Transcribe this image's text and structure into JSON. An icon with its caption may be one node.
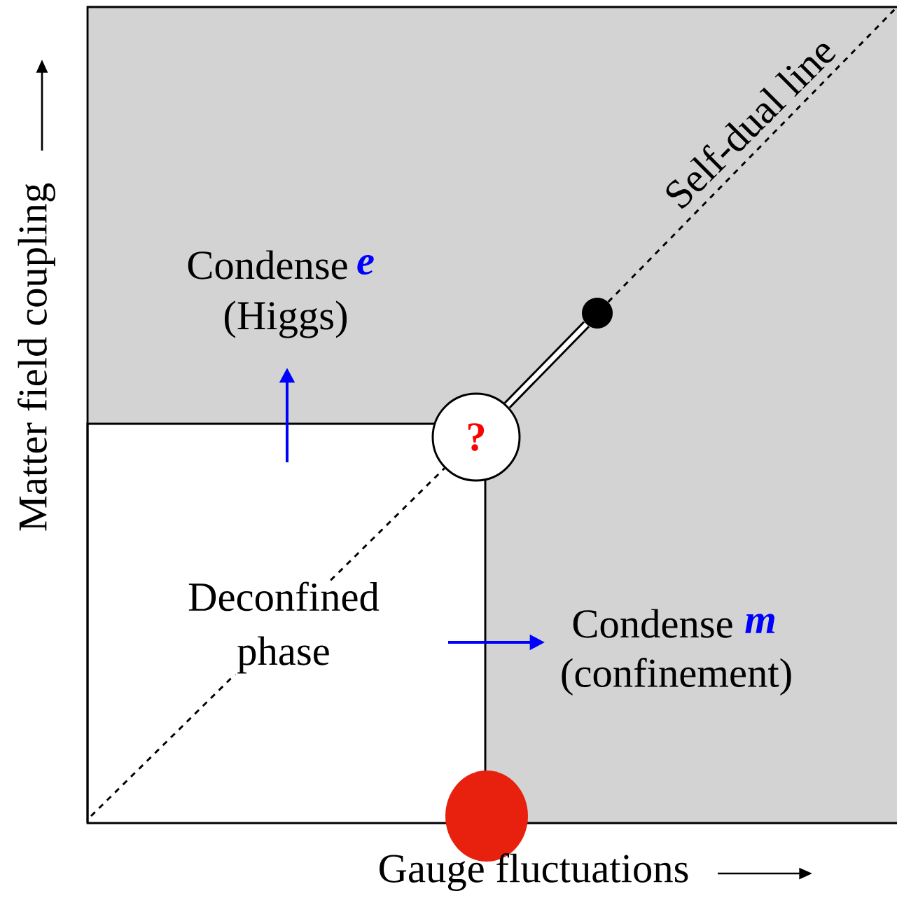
{
  "diagram": {
    "nodes": [
      {
        "text": [
          "?"
        ]
      },
      {
        "text": [],
        "shape": "circle"
      },
      {
        "text": [],
        "shape": "circle"
      }
    ],
    "edges": [
      {
        "from": 0,
        "to": 1,
        "arrow": "none",
        "style": "thick"
      },
      {
        "from": null,
        "to": 0,
        "arrow": "none",
        "style": "dashed"
      },
      {
        "from": 1,
        "to": null,
        "arrow": "none",
        "style": "dashed"
      }
    ],
    "labels": [
      "Self-dual line",
      "Condense",
      "e",
      "(Higgs)",
      "Deconfined phase",
      "Condense",
      "m",
      "(confinement)",
      "Matter field coupling",
      "Gauge fluctuations"
    ]
  }
}
